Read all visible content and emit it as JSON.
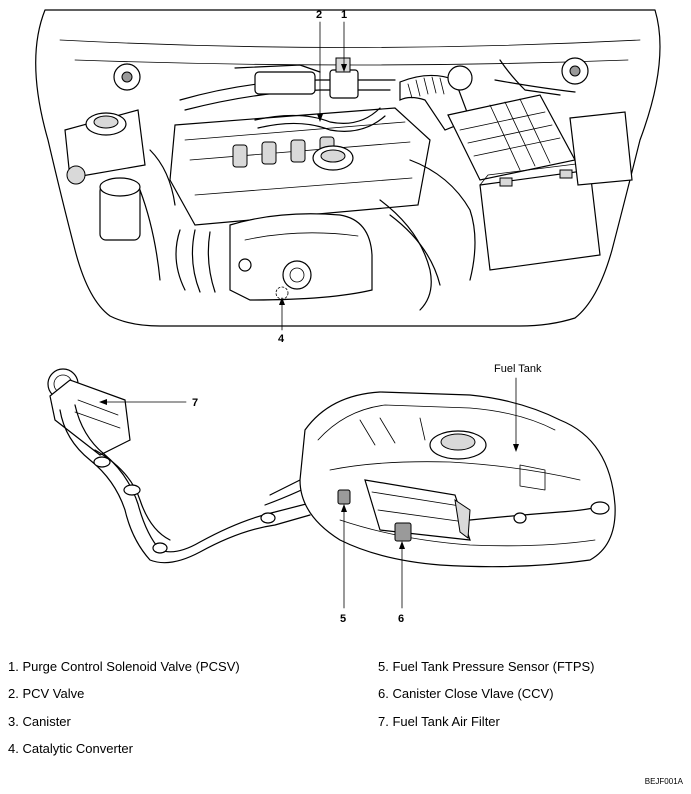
{
  "callouts": {
    "c1": "1",
    "c2": "2",
    "c4": "4",
    "c5": "5",
    "c6": "6",
    "c7": "7",
    "fuel_tank": "Fuel Tank"
  },
  "legend": {
    "item1": "1. Purge Control Solenoid Valve (PCSV)",
    "item2": "2. PCV Valve",
    "item3": "3. Canister",
    "item4": "4. Catalytic Converter",
    "item5": "5. Fuel Tank Pressure Sensor (FTPS)",
    "item6": "6. Canister Close Vlave (CCV)",
    "item7": "7. Fuel Tank Air Filter"
  },
  "figure_code": "BEJF001A"
}
